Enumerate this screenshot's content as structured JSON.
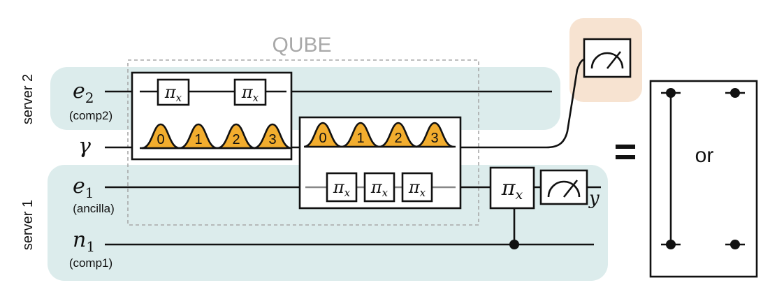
{
  "title": "QUBE",
  "servers": {
    "server2": "server 2",
    "server1": "server 1"
  },
  "qubits": {
    "e2": {
      "symbol": "e",
      "sub": "2",
      "note": "(comp2)"
    },
    "gamma": {
      "symbol": "γ"
    },
    "e1": {
      "symbol": "e",
      "sub": "1",
      "note": "(ancilla)"
    },
    "n1": {
      "symbol": "n",
      "sub": "1",
      "note": "(comp1)"
    }
  },
  "gates": {
    "pi": "π",
    "x": "x"
  },
  "time_bins": [
    "0",
    "1",
    "2",
    "3"
  ],
  "measurement_output": "y",
  "equals": "=",
  "or_text": "or",
  "colors": {
    "server_region": "#dcecec",
    "measure_highlight": "#f7e3d1",
    "pulse_fill": "#f2ad2e",
    "qube_border": "#a8a8a8",
    "wire": "#111111"
  }
}
